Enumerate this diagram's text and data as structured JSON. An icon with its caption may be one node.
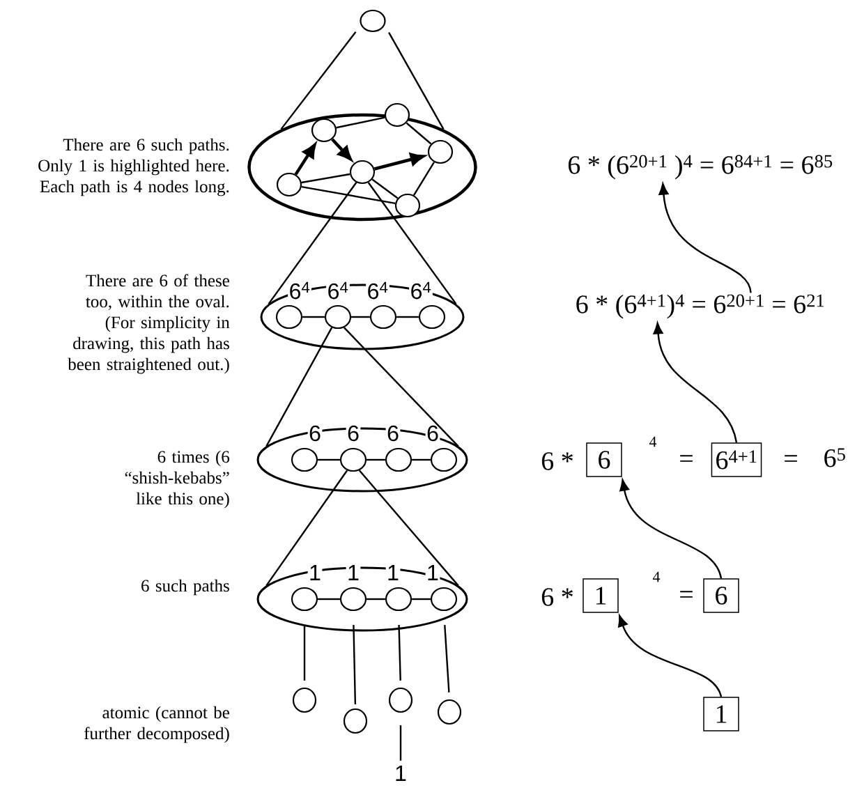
{
  "diagram": {
    "nodes": [
      {
        "text": [],
        "shape": "circle"
      },
      {
        "text": [],
        "shape": "oval"
      },
      {
        "text": [],
        "shape": "circle",
        "in": 1
      },
      {
        "text": [],
        "shape": "circle",
        "in": 1
      },
      {
        "text": [],
        "shape": "circle",
        "in": 1
      },
      {
        "text": [],
        "shape": "circle",
        "in": 1
      },
      {
        "text": [],
        "shape": "circle",
        "in": 1
      },
      {
        "text": [],
        "shape": "circle",
        "in": 1
      },
      {
        "text": [],
        "shape": "oval"
      },
      {
        "text": [],
        "shape": "circle",
        "in": 8,
        "beside": [
          "6$^{4}$"
        ]
      },
      {
        "text": [],
        "shape": "circle",
        "in": 8,
        "beside": [
          "6$^{4}$"
        ]
      },
      {
        "text": [],
        "shape": "circle",
        "in": 8,
        "beside": [
          "6$^{4}$"
        ]
      },
      {
        "text": [],
        "shape": "circle",
        "in": 8,
        "beside": [
          "6$^{4}$"
        ]
      },
      {
        "text": [],
        "shape": "oval"
      },
      {
        "text": [],
        "shape": "circle",
        "in": 13,
        "beside": [
          "6"
        ]
      },
      {
        "text": [],
        "shape": "circle",
        "in": 13,
        "beside": [
          "6"
        ]
      },
      {
        "text": [],
        "shape": "circle",
        "in": 13,
        "beside": [
          "6"
        ]
      },
      {
        "text": [],
        "shape": "circle",
        "in": 13,
        "beside": [
          "6"
        ]
      },
      {
        "text": [],
        "shape": "oval"
      },
      {
        "text": [],
        "shape": "circle",
        "in": 18,
        "beside": [
          "1"
        ]
      },
      {
        "text": [],
        "shape": "circle",
        "in": 18,
        "beside": [
          "1"
        ]
      },
      {
        "text": [],
        "shape": "circle",
        "in": 18,
        "beside": [
          "1"
        ]
      },
      {
        "text": [],
        "shape": "circle",
        "in": 18,
        "beside": [
          "1"
        ]
      },
      {
        "text": [],
        "shape": "circle"
      },
      {
        "text": [],
        "shape": "circle"
      },
      {
        "text": [],
        "shape": "circle"
      },
      {
        "text": [],
        "shape": "circle"
      },
      {
        "text": [
          "1"
        ]
      },
      {
        "text": [
          "6 * (6$^{20+1}$ )$^{4}$ = 6$^{84+1}$ = 6$^{85}$"
        ]
      },
      {
        "text": [
          "6 * (6$^{4+1}$)$^{4}$ = 6$^{20+1}$ = 6$^{21}$"
        ]
      },
      {
        "text": [
          "6"
        ]
      },
      {
        "text": [
          "6$^{4+1}$"
        ]
      },
      {
        "text": [
          "1"
        ]
      },
      {
        "text": [
          "6"
        ]
      },
      {
        "text": [
          "1"
        ]
      }
    ],
    "edges": [
      {
        "from": 0,
        "to": 1,
        "arrow": "none"
      },
      {
        "from": 0,
        "to": 1,
        "arrow": "none"
      },
      {
        "from": 6,
        "to": 2,
        "arrow": "to",
        "style": "thick"
      },
      {
        "from": 2,
        "to": 5,
        "arrow": "to",
        "style": "thick"
      },
      {
        "from": 5,
        "to": 4,
        "arrow": "to",
        "style": "thick"
      },
      {
        "from": 2,
        "to": 3,
        "arrow": "none"
      },
      {
        "from": 3,
        "to": 4,
        "arrow": "none"
      },
      {
        "from": 6,
        "to": 5,
        "arrow": "none"
      },
      {
        "from": 6,
        "to": 7,
        "arrow": "none"
      },
      {
        "from": 5,
        "to": 7,
        "arrow": "none"
      },
      {
        "from": 4,
        "to": 7,
        "arrow": "none"
      },
      {
        "from": 5,
        "to": 8,
        "arrow": "none"
      },
      {
        "from": 5,
        "to": 8,
        "arrow": "none"
      },
      {
        "from": 9,
        "to": 10,
        "arrow": "none"
      },
      {
        "from": 10,
        "to": 11,
        "arrow": "none"
      },
      {
        "from": 11,
        "to": 12,
        "arrow": "none"
      },
      {
        "from": 10,
        "to": 13,
        "arrow": "none"
      },
      {
        "from": 10,
        "to": 13,
        "arrow": "none"
      },
      {
        "from": 14,
        "to": 15,
        "arrow": "none"
      },
      {
        "from": 15,
        "to": 16,
        "arrow": "none"
      },
      {
        "from": 16,
        "to": 17,
        "arrow": "none"
      },
      {
        "from": 15,
        "to": 18,
        "arrow": "none"
      },
      {
        "from": 15,
        "to": 18,
        "arrow": "none"
      },
      {
        "from": 19,
        "to": 20,
        "arrow": "none"
      },
      {
        "from": 20,
        "to": 21,
        "arrow": "none"
      },
      {
        "from": 21,
        "to": 22,
        "arrow": "none"
      },
      {
        "from": 19,
        "to": 23,
        "arrow": "none"
      },
      {
        "from": 20,
        "to": 24,
        "arrow": "none"
      },
      {
        "from": 21,
        "to": 25,
        "arrow": "none"
      },
      {
        "from": 22,
        "to": 26,
        "arrow": "none"
      },
      {
        "from": 25,
        "to": 27,
        "arrow": "none"
      },
      {
        "from": 34,
        "to": 32,
        "arrow": "to"
      },
      {
        "from": 33,
        "to": 30,
        "arrow": "to"
      },
      {
        "from": 31,
        "to": 29,
        "arrow": "to"
      },
      {
        "from": 29,
        "to": 28,
        "arrow": "to"
      }
    ],
    "labels": [
      "There are 6 such paths. Only 1 is highlighted here. Each path is 4 nodes long.",
      "There are 6 of these too, within the oval. (For simplicity in drawing, this path has been straightened out.)",
      "6 times (6 “shish-kebabs” like this one)",
      "6 *",
      "4",
      "=",
      "=",
      "6$^{5}$",
      "6 such paths",
      "6 *",
      "4",
      "=",
      "atomic (cannot be further decomposed)"
    ]
  }
}
